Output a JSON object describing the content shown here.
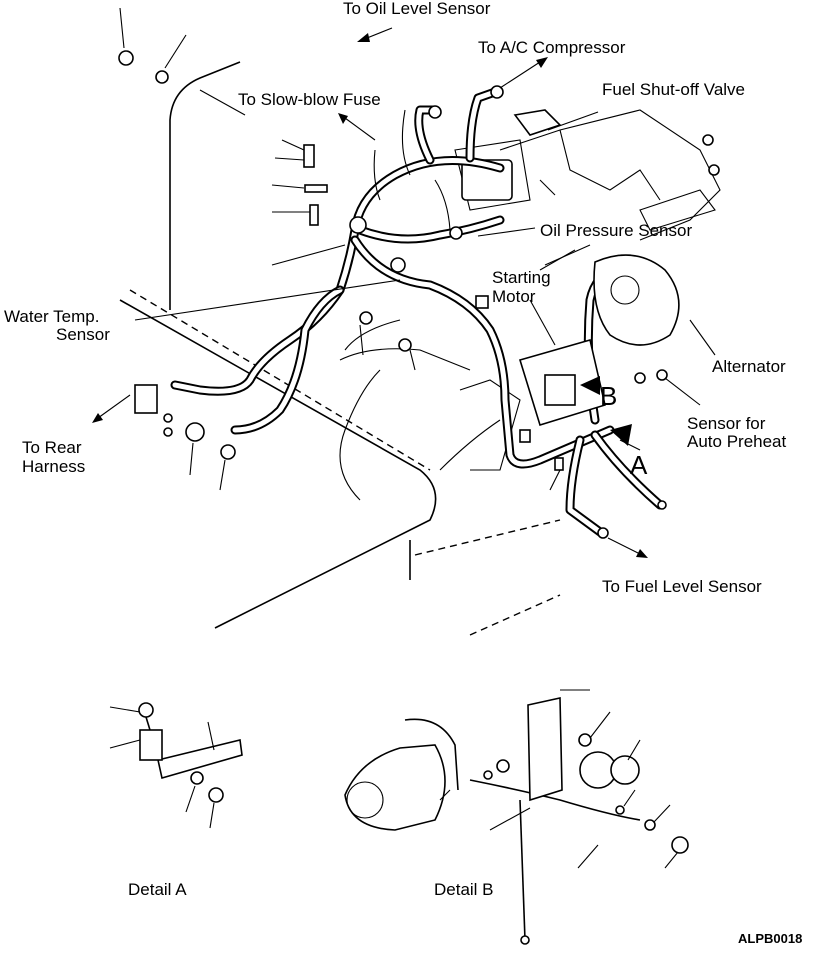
{
  "labels": {
    "oil_level_sensor": "To Oil Level Sensor",
    "ac_compressor": "To A/C Compressor",
    "fuel_shutoff_valve": "Fuel Shut-off Valve",
    "slow_blow_fuse": "To Slow-blow Fuse",
    "oil_pressure_sensor": "Oil Pressure Sensor",
    "starting_motor_line1": "Starting",
    "starting_motor_line2": "Motor",
    "water_temp_line1": "Water Temp.",
    "water_temp_line2": "Sensor",
    "alternator": "Alternator",
    "rear_harness_line1": "To Rear",
    "rear_harness_line2": "Harness",
    "auto_preheat_line1": "Sensor for",
    "auto_preheat_line2": "Auto Preheat",
    "fuel_level_sensor": "To Fuel Level Sensor",
    "view_a": "A",
    "view_b": "B",
    "detail_a": "Detail A",
    "detail_b": "Detail B",
    "figure_code": "ALPB0018"
  }
}
